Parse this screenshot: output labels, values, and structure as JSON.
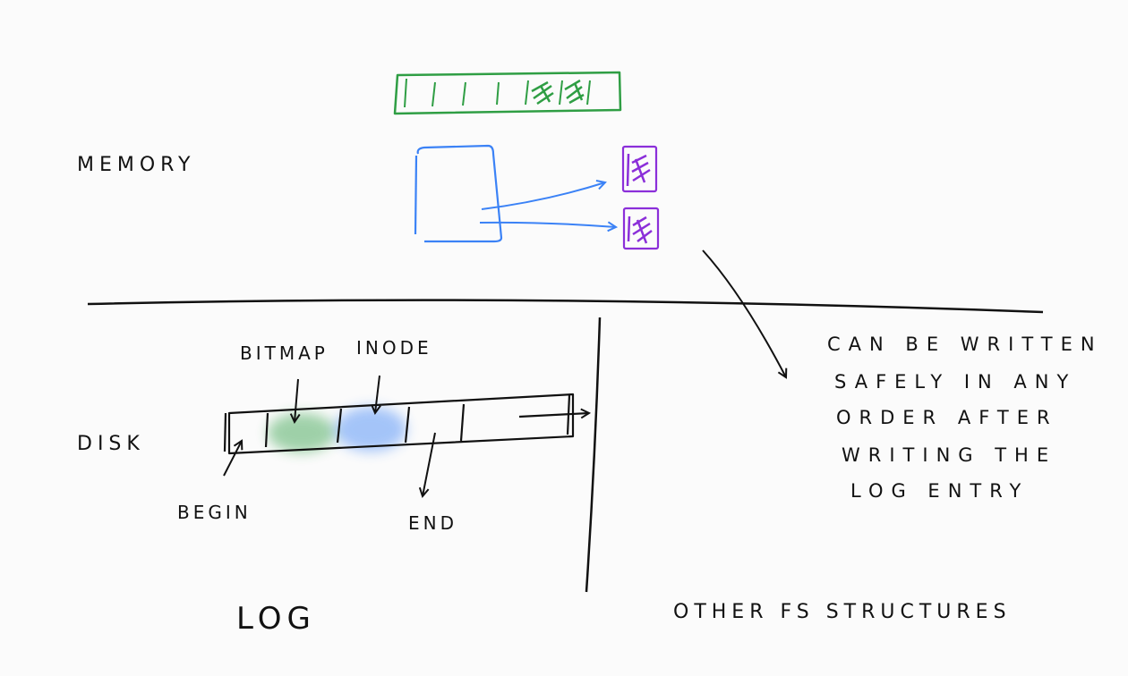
{
  "labels": {
    "memory": "MEMORY",
    "disk": "DISK",
    "bitmap": "BITMAP",
    "inode": "INODE",
    "begin": "BEGIN",
    "end": "END",
    "log": "LOG",
    "other_fs": "OTHER FS STRUCTURES"
  },
  "note_lines": [
    "CAN BE WRITTEN",
    "SAFELY IN ANY",
    "ORDER AFTER",
    "WRITING THE",
    "LOG ENTRY"
  ],
  "colors": {
    "ink": "#111111",
    "bitmap_green": "#2f9e44",
    "inode_blue": "#3b82f6",
    "data_purple": "#8b2fd9",
    "background": "#fbfbfb"
  }
}
